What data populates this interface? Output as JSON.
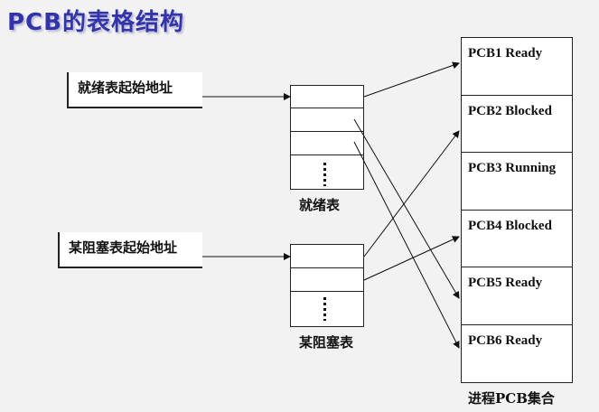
{
  "title": "PCB的表格结构",
  "ready_pointer": {
    "label": "就绪表起始地址"
  },
  "blocked_pointer": {
    "label": "某阻塞表起始地址"
  },
  "ready_table": {
    "label": "就绪表"
  },
  "blocked_table": {
    "label": "某阻塞表"
  },
  "pcb_set": {
    "label": "进程PCB集合",
    "items": [
      "PCB1 Ready",
      "PCB2 Blocked",
      "PCB3 Running",
      "PCB4 Blocked",
      "PCB5 Ready",
      "PCB6 Ready"
    ]
  }
}
